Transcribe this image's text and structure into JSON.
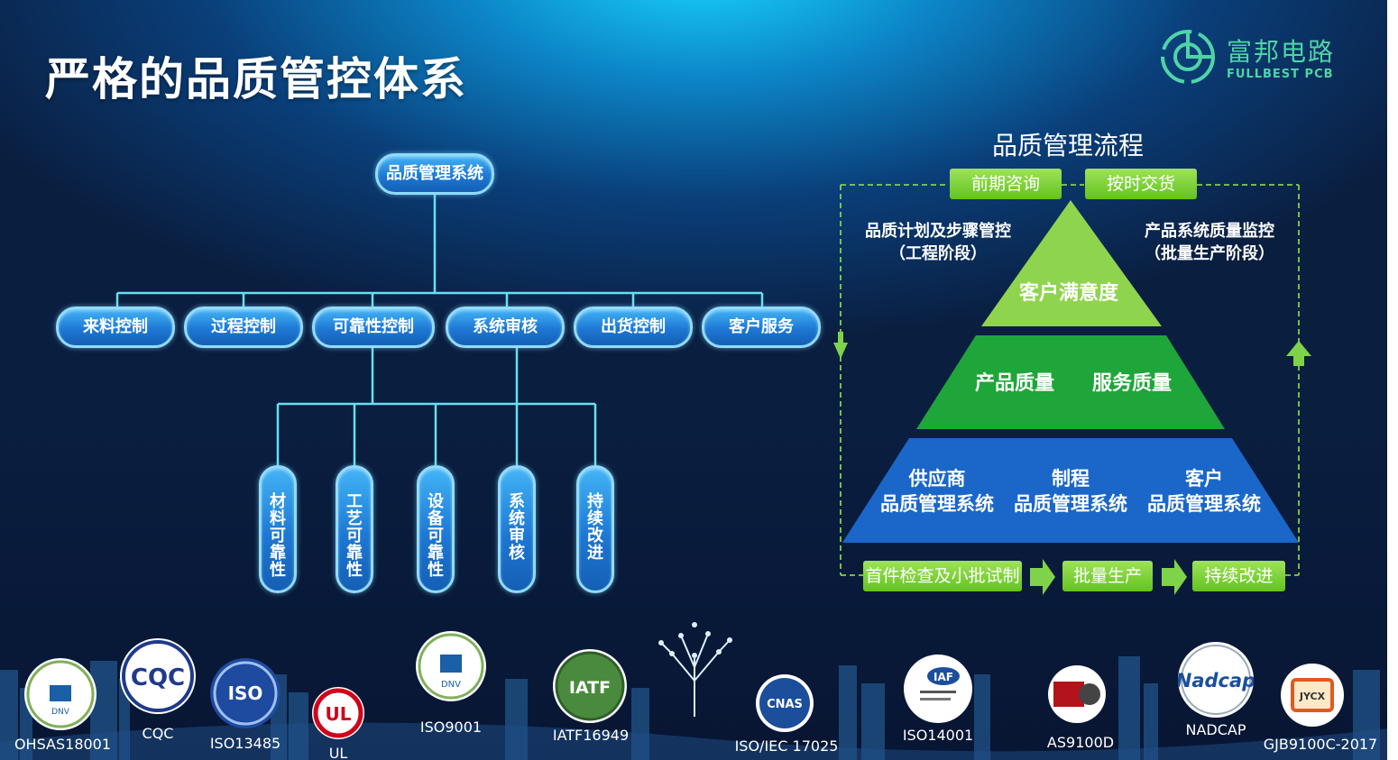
{
  "title": "严格的品质管控体系",
  "logo": {
    "name_cn": "富邦电路",
    "name_en": "FULLBEST PCB"
  },
  "org_chart": {
    "root": "品质管理系统",
    "level1": [
      "来料控制",
      "过程控制",
      "可靠性控制",
      "系统审核",
      "出货控制",
      "客户服务"
    ],
    "level2": [
      "材料可靠性",
      "工艺可靠性",
      "设备可靠性",
      "系统审核",
      "持续改进"
    ]
  },
  "flow": {
    "title": "品质管理流程",
    "top_steps": [
      "前期咨询",
      "按时交货"
    ],
    "left_note": [
      "品质计划及步骤管控",
      "（工程阶段）"
    ],
    "right_note": [
      "产品系统质量监控",
      "（批量生产阶段）"
    ],
    "pyramid_top": "客户满意度",
    "pyramid_mid": [
      "产品质量",
      "服务质量"
    ],
    "pyramid_base": [
      {
        "line1": "供应商",
        "line2": "品质管理系统"
      },
      {
        "line1": "制程",
        "line2": "品质管理系统"
      },
      {
        "line1": "客户",
        "line2": "品质管理系统"
      }
    ],
    "bottom_steps": [
      "首件检查及小批试制",
      "批量生产",
      "持续改进"
    ]
  },
  "certifications": [
    {
      "label": "OHSAS18001",
      "badge": "DNV"
    },
    {
      "label": "CQC",
      "badge": "CQC"
    },
    {
      "label": "ISO13485",
      "badge": "ISO"
    },
    {
      "label": "UL",
      "badge": "UL"
    },
    {
      "label": "ISO9001",
      "badge": "DNV"
    },
    {
      "label": "IATF16949",
      "badge": "IATF"
    },
    {
      "label": "ISO/IEC 17025",
      "badge": "CNAS"
    },
    {
      "label": "ISO14001",
      "badge": "IAF"
    },
    {
      "label": "AS9100D",
      "badge": ""
    },
    {
      "label": "NADCAP",
      "badge": "Nadcap"
    },
    {
      "label": "GJB9100C-2017",
      "badge": "JYCX"
    }
  ],
  "colors": {
    "pill": "#1d78d4",
    "green_light": "#8fd44e",
    "green_mid": "#1fa63a",
    "pyramid_base": "#1a67c9",
    "line": "#66e0f0"
  }
}
